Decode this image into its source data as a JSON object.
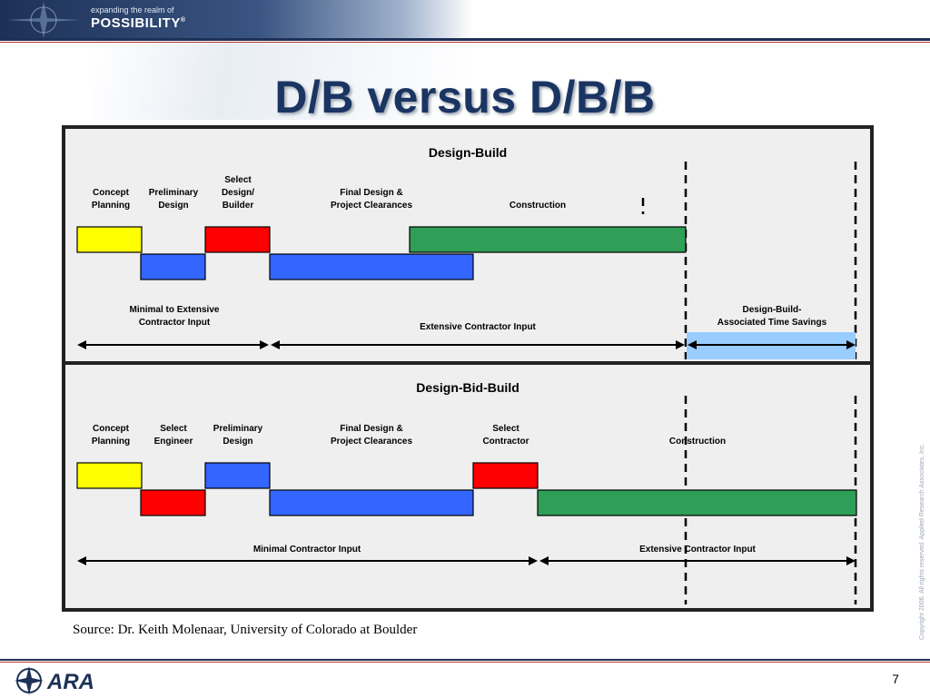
{
  "header": {
    "tagline_small": "expanding the realm of",
    "tagline_big": "POSSIBILITY",
    "tagline_mark": "®"
  },
  "title": "D/B versus D/B/B",
  "diagram": {
    "design_build": {
      "heading": "Design-Build",
      "phases": [
        {
          "lines": [
            "Concept",
            "Planning"
          ],
          "color": "#ffff00"
        },
        {
          "lines": [
            "Preliminary",
            "Design"
          ],
          "color": "#3366ff"
        },
        {
          "lines": [
            "Select",
            "Design/",
            "Builder"
          ],
          "color": "#ff0000"
        },
        {
          "lines": [
            "Final Design &",
            "Project Clearances"
          ],
          "color": "#3366ff"
        },
        {
          "lines": [
            "Construction"
          ],
          "color": "#2f9e57"
        }
      ],
      "ranges": [
        {
          "lines": [
            "Minimal to Extensive",
            "Contractor Input"
          ]
        },
        {
          "lines": [
            "Extensive Contractor Input"
          ]
        },
        {
          "lines": [
            "Design-Build-",
            "Associated Time Savings"
          ]
        }
      ]
    },
    "design_bid_build": {
      "heading": "Design-Bid-Build",
      "phases": [
        {
          "lines": [
            "Concept",
            "Planning"
          ],
          "color": "#ffff00"
        },
        {
          "lines": [
            "Select",
            "Engineer"
          ],
          "color": "#ff0000"
        },
        {
          "lines": [
            "Preliminary",
            "Design"
          ],
          "color": "#3366ff"
        },
        {
          "lines": [
            "Final Design &",
            "Project Clearances"
          ],
          "color": "#3366ff"
        },
        {
          "lines": [
            "Select",
            "Contractor"
          ],
          "color": "#ff0000"
        },
        {
          "lines": [
            "Construction"
          ],
          "color": "#2f9e57"
        }
      ],
      "ranges": [
        {
          "lines": [
            "Minimal Contractor Input"
          ]
        },
        {
          "lines": [
            "Extensive Contractor Input"
          ]
        }
      ]
    },
    "savings_color": "#99ccff"
  },
  "source": "Source: Dr. Keith Molenaar, University of Colorado at Boulder",
  "copyright": "Copyright 2006. All rights reserved. Applied Research Associates, Inc.",
  "footer": {
    "logo_text": "ARA",
    "page_number": "7"
  }
}
